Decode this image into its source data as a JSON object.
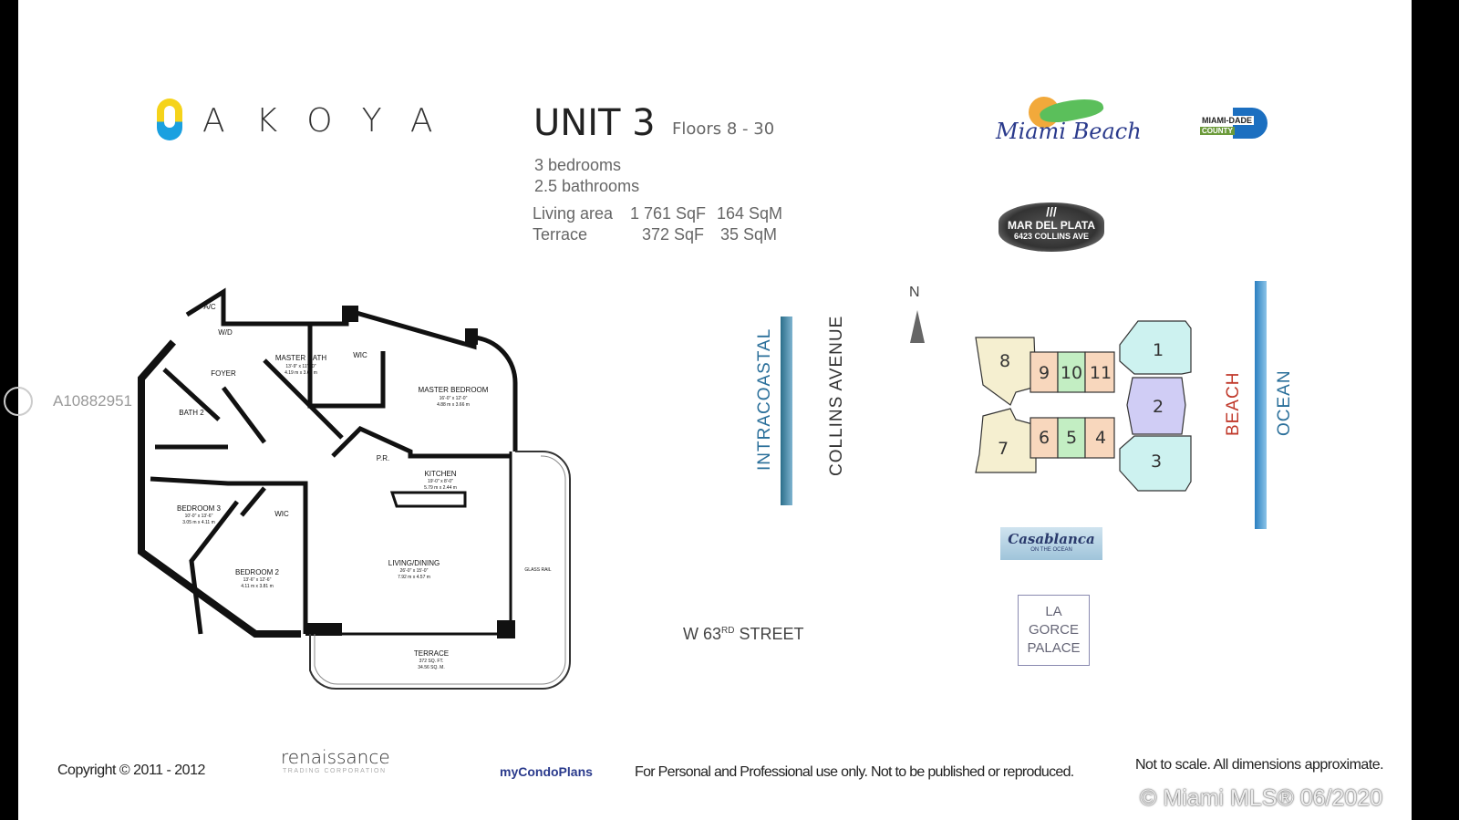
{
  "brand": {
    "name": "AKOYA",
    "letters": "AKOYA"
  },
  "unit": {
    "title": "UNIT 3",
    "floors": "Floors 8 - 30",
    "bedrooms": "3 bedrooms",
    "bathrooms": "2.5 bathrooms",
    "living_label": "Living area",
    "living_sqf": "1 761 SqF",
    "living_sqm": "164 SqM",
    "terrace_label": "Terrace",
    "terrace_sqf": "372 SqF",
    "terrace_sqm": "35 SqM"
  },
  "logos": {
    "miami_beach": "Miami Beach",
    "miami_dade": "MIAMI-DADE",
    "county": "COUNTY",
    "mar_del_plata": "MAR DEL PLATA",
    "mar_del_plata_address": "6423 COLLINS AVE",
    "casablanca": "Casablanca",
    "casablanca_sub": "ON THE OCEAN",
    "la_gorce": [
      "LA",
      "GORCE",
      "PALACE"
    ]
  },
  "plan": {
    "rooms": [
      {
        "name": "A/C"
      },
      {
        "name": "W/D"
      },
      {
        "name": "FOYER"
      },
      {
        "name": "MASTER BATH",
        "dims": "13'-9\" x 11'-10\"",
        "metric": "4.19 m x 3.61 m"
      },
      {
        "name": "WIC"
      },
      {
        "name": "MASTER BEDROOM",
        "dims": "16'-0\" x 12'-0\"",
        "metric": "4.88 m x 3.66 m"
      },
      {
        "name": "BATH 2"
      },
      {
        "name": "P.R."
      },
      {
        "name": "KITCHEN",
        "dims": "19'-0\" x 8'-0\"",
        "metric": "5.79 m x 2.44 m"
      },
      {
        "name": "BEDROOM 3",
        "dims": "10'-0\" x 13'-6\"",
        "metric": "3.05 m x 4.11 m"
      },
      {
        "name": "WIC"
      },
      {
        "name": "BEDROOM 2",
        "dims": "13'-6\" x 12'-6\"",
        "metric": "4.11 m x 3.81 m"
      },
      {
        "name": "LIVING/DINING",
        "dims": "26'-0\" x 15'-0\"",
        "metric": "7.92 m x 4.57 m"
      },
      {
        "name": "TERRACE",
        "dims": "372 SQ. FT.",
        "metric": "34.56 SQ. M."
      }
    ],
    "glass_rail": "GLASS RAIL"
  },
  "site": {
    "intracoastal": "INTRACOASTAL",
    "collins": "COLLINS AVENUE",
    "north": "N",
    "beach": "BEACH",
    "ocean": "OCEAN",
    "street": "W 63",
    "street_sup": "RD",
    "street_suffix": "STREET",
    "units": [
      "1",
      "2",
      "3",
      "4",
      "5",
      "6",
      "7",
      "8",
      "9",
      "10",
      "11"
    ]
  },
  "mls_id": "A10882951",
  "footer": {
    "copyright": "Copyright © 2011 - 2012",
    "renaissance": "renaissance",
    "renaissance_sub": "TRADING CORPORATION",
    "mycondoplans": "myCondoPlans",
    "notice": "For Personal and Professional use only.  Not to be published or reproduced.",
    "scale": "Not to scale.  All dimensions approximate.",
    "watermark": "© Miami MLS® 06/2020"
  },
  "colors": {
    "bar": "#2b6e8a",
    "beach": "#c0392b",
    "ocean": "#2a6f9a"
  }
}
